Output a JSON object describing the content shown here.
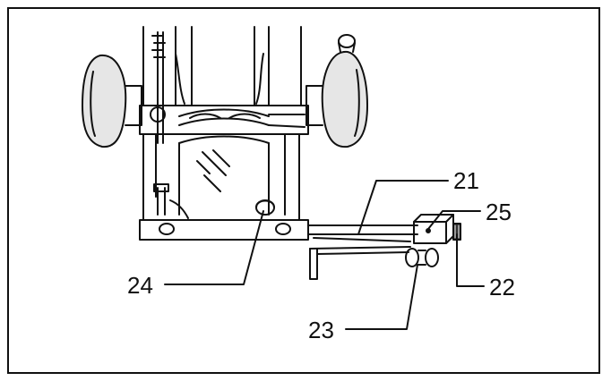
{
  "diagram": {
    "callouts": [
      {
        "id": "21",
        "label": "21"
      },
      {
        "id": "25",
        "label": "25"
      },
      {
        "id": "24",
        "label": "24"
      },
      {
        "id": "22",
        "label": "22"
      },
      {
        "id": "23",
        "label": "23"
      }
    ]
  },
  "colors": {
    "ink": "#111111",
    "fill_light": "#ffffff",
    "handle_fill": "#e6e6e6"
  }
}
